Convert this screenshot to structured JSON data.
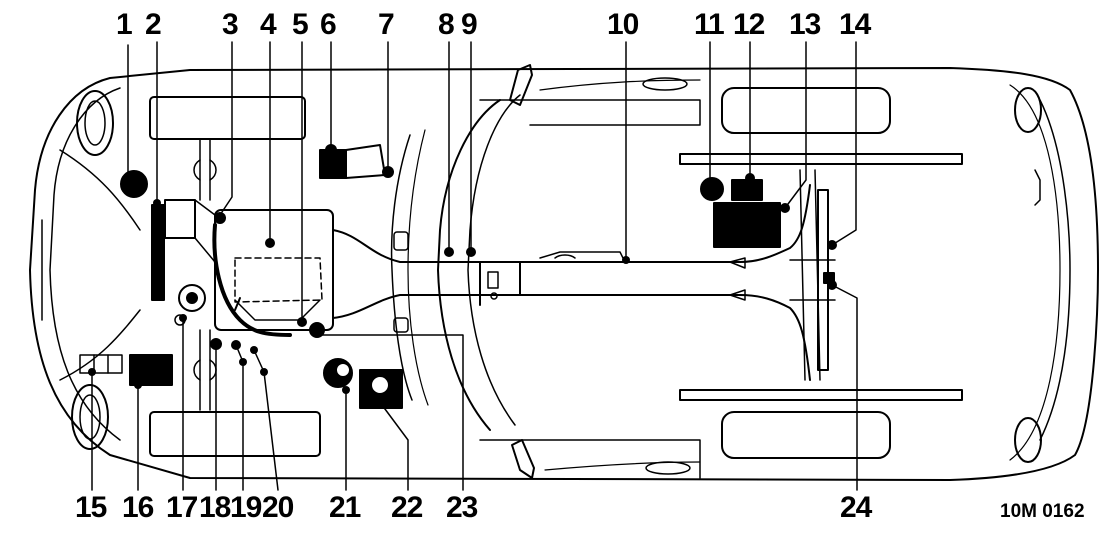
{
  "figure_reference": "10M 0162",
  "callouts": {
    "c1": "1",
    "c2": "2",
    "c3": "3",
    "c4": "4",
    "c5": "5",
    "c6": "6",
    "c7": "7",
    "c8": "8",
    "c9": "9",
    "c10": "10",
    "c11": "11",
    "c12": "12",
    "c13": "13",
    "c14": "14",
    "c15": "15",
    "c16": "16",
    "c17": "17",
    "c18": "18",
    "c19": "19",
    "c20": "20",
    "c21": "21",
    "c22": "22",
    "c23": "23",
    "c24": "24"
  },
  "colors": {
    "ink": "#000000",
    "paper": "#ffffff"
  }
}
